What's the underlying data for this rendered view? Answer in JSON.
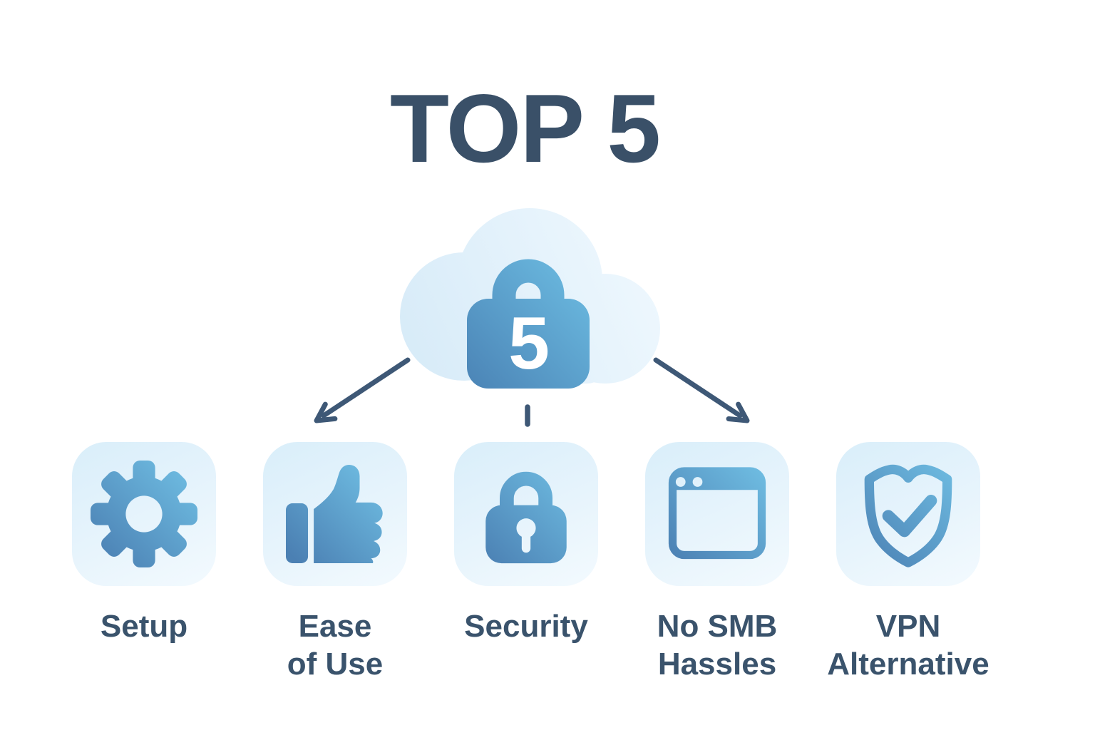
{
  "title": "TOP 5",
  "hero": {
    "lock_number": "5",
    "icons": [
      "cloud-icon",
      "padlock-icon"
    ],
    "connectors": [
      "arrow-down-left-icon",
      "dash-connector",
      "arrow-down-right-icon"
    ]
  },
  "cards": [
    {
      "icon": "gear-icon",
      "label_line1": "Setup",
      "label_line2": ""
    },
    {
      "icon": "thumbs-up-icon",
      "label_line1": "Ease",
      "label_line2": "of Use"
    },
    {
      "icon": "padlock-keyhole-icon",
      "label_line1": "Security",
      "label_line2": ""
    },
    {
      "icon": "browser-window-icon",
      "label_line1": "No SMB",
      "label_line2": "Hassles"
    },
    {
      "icon": "shield-check-icon",
      "label_line1": "VPN",
      "label_line2": "Alternative"
    }
  ],
  "colors": {
    "title_text": "#3A5068",
    "label_text": "#3A536C",
    "arrow": "#3E5876",
    "icon_gradient_start": "#4B80B3",
    "icon_gradient_end": "#6FBDE2",
    "card_bg_start": "#D9EEFA",
    "card_bg_end": "#F3FAFE",
    "cloud_gradient_start": "#D7EBF8",
    "cloud_gradient_end": "#EFF8FE",
    "lock_gradient_start": "#4B84B6",
    "lock_gradient_end": "#6BBAE0",
    "lock_number_text": "#FFFFFF"
  }
}
